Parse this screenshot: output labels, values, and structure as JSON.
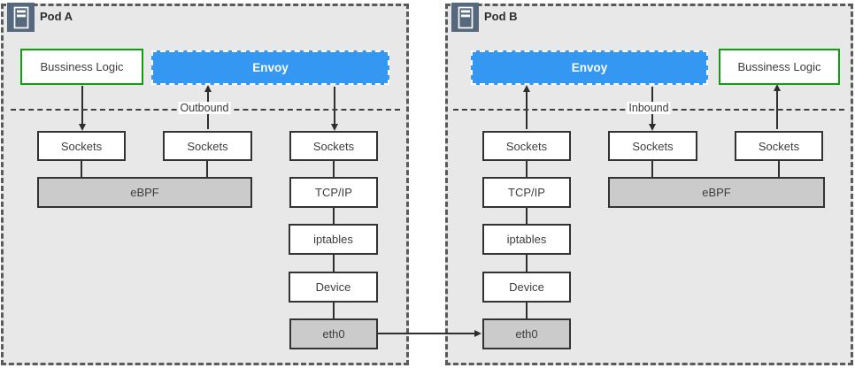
{
  "colors": {
    "pod_bg": "#e8e8e8",
    "pod_border": "#5a5a5a",
    "node_bg": "#ffffff",
    "node_border": "#333333",
    "gray_fill": "#cbcbcb",
    "envoy_bg": "#3498f2",
    "green_border": "#0ca10c",
    "icon_bg": "#56687e",
    "line_color": "#2e2e2e"
  },
  "pod_a": {
    "title": "Pod A",
    "flow_label": "Outbound",
    "business_logic": "Bussiness Logic",
    "envoy": "Envoy",
    "sockets": [
      "Sockets",
      "Sockets",
      "Sockets"
    ],
    "ebpf": "eBPF",
    "tcpip": "TCP/IP",
    "iptables": "iptables",
    "device": "Device",
    "eth0": "eth0"
  },
  "pod_b": {
    "title": "Pod B",
    "flow_label": "Inbound",
    "business_logic": "Bussiness Logic",
    "envoy": "Envoy",
    "sockets": [
      "Sockets",
      "Sockets",
      "Sockets"
    ],
    "ebpf": "eBPF",
    "tcpip": "TCP/IP",
    "iptables": "iptables",
    "device": "Device",
    "eth0": "eth0"
  }
}
